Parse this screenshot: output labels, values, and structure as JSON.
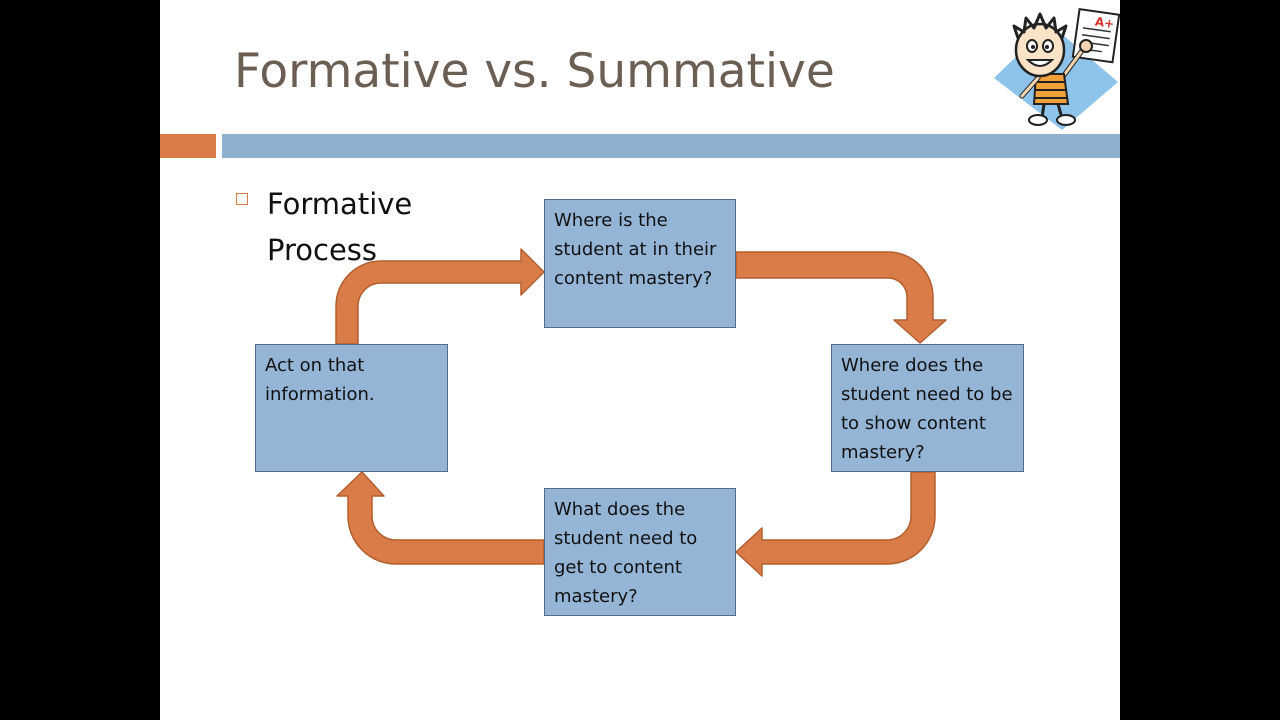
{
  "slide": {
    "title": "Formative vs. Summative",
    "bullet": "Formative Process"
  },
  "diagram": {
    "nodes": [
      {
        "id": "where-now",
        "label": "Where is the student at in their content mastery?"
      },
      {
        "id": "where-to-be",
        "label": "Where does the student need to be to show content mastery?"
      },
      {
        "id": "what-needed",
        "label": "What does the student need to get to content mastery?"
      },
      {
        "id": "act",
        "label": "Act on that information."
      }
    ],
    "edges": [
      {
        "from": "where-now",
        "to": "where-to-be"
      },
      {
        "from": "where-to-be",
        "to": "what-needed"
      },
      {
        "from": "what-needed",
        "to": "act"
      },
      {
        "from": "act",
        "to": "where-now"
      }
    ]
  },
  "clipart": {
    "paper_mark": "A+"
  },
  "colors": {
    "title": "#6b5e52",
    "accent_orange": "#d97c48",
    "accent_blue": "#8fb0cf",
    "box_fill": "#95b5d7",
    "box_border": "#4f6c8e",
    "arrow_fill": "#d97c48",
    "arrow_stroke": "#b35e2e"
  }
}
